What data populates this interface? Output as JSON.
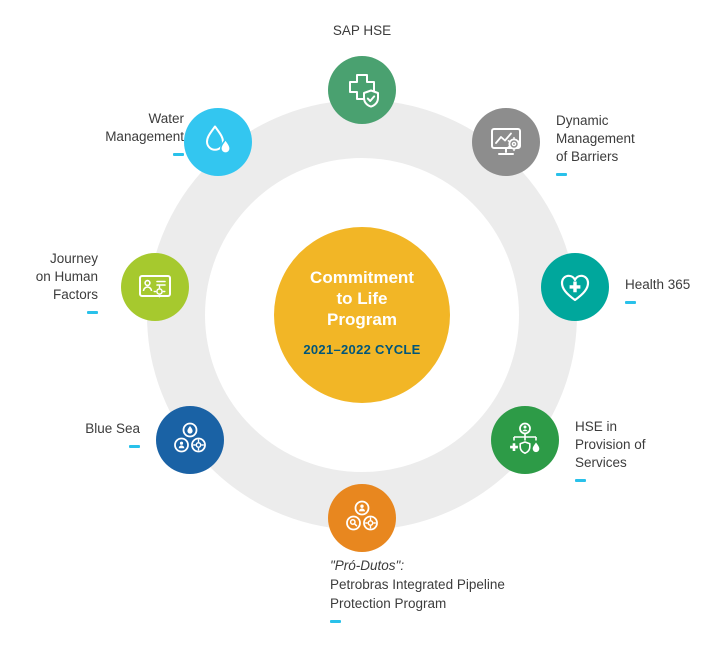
{
  "accent": {
    "dash_color": "#29c1ea"
  },
  "ring": {
    "color": "#ececec"
  },
  "center": {
    "title_lines": [
      "Commitment",
      "to Life",
      "Program"
    ],
    "cycle_label": "2021–2022 CYCLE",
    "bg_color": "#f2b626",
    "cycle_color": "#00567a"
  },
  "nodes": {
    "sap_hse": {
      "lines": [
        "SAP HSE"
      ],
      "color": "#4aa170",
      "icon": "first-aid-cross-shield"
    },
    "water_management": {
      "lines": [
        "Water",
        "Management"
      ],
      "color": "#33c6f0",
      "icon": "water-drops"
    },
    "dynamic_barriers": {
      "lines": [
        "Dynamic",
        "Management",
        "of Barriers"
      ],
      "color": "#8d8d8d",
      "icon": "monitor-chart-gear"
    },
    "journey_human_factors": {
      "lines": [
        "Journey",
        "on Human",
        "Factors"
      ],
      "color": "#a6c92e",
      "icon": "person-screen-gear"
    },
    "health_365": {
      "lines": [
        "Health 365"
      ],
      "color": "#00a79c",
      "icon": "heart-cross"
    },
    "blue_sea": {
      "lines": [
        "Blue Sea"
      ],
      "color": "#1a62a5",
      "icon": "drop-person-gear-cluster"
    },
    "hse_services": {
      "lines": [
        "HSE in",
        "Provision of",
        "Services"
      ],
      "color": "#2d9b47",
      "icon": "org-chart-safety"
    },
    "pro_dutos": {
      "lines": [
        "\"Pró-Dutos\":",
        "Petrobras Integrated Pipeline",
        "Protection Program"
      ],
      "color": "#e8871f",
      "icon": "three-circle-inspection"
    }
  }
}
